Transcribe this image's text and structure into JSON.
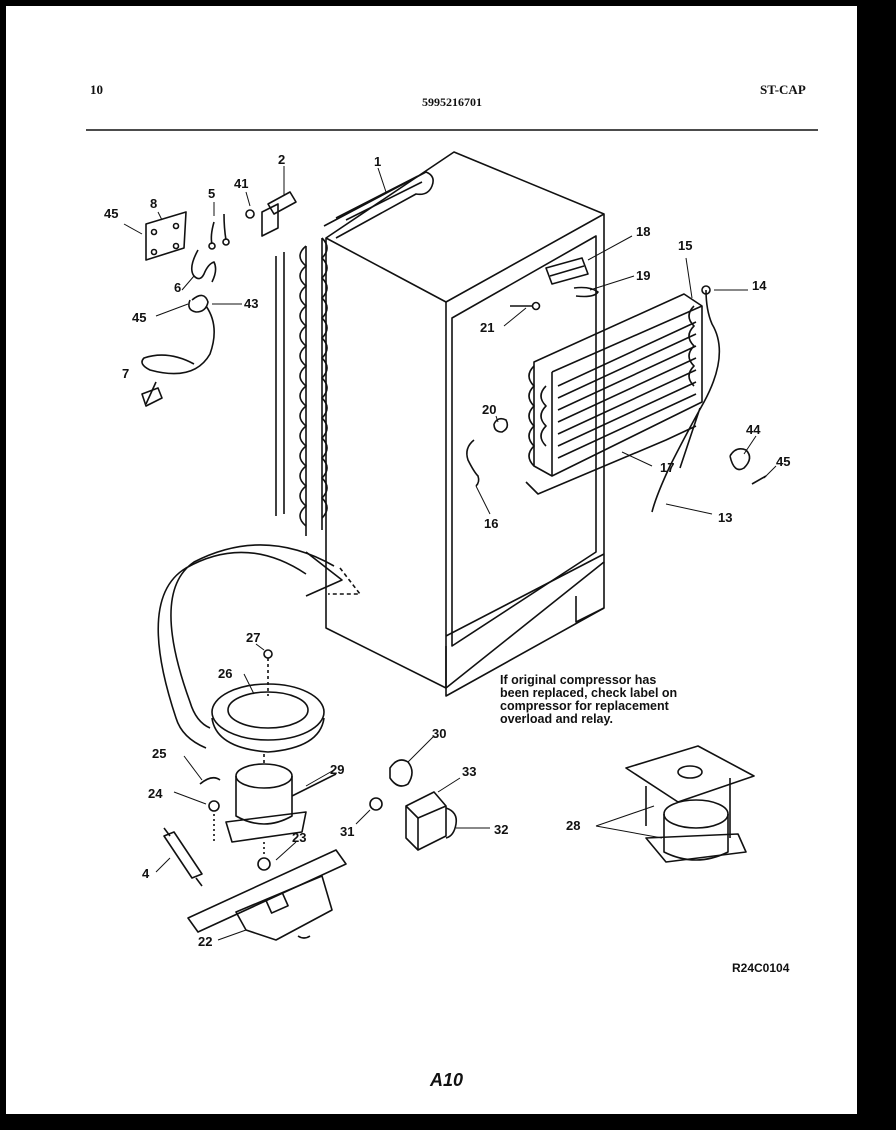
{
  "header": {
    "page_number": "10",
    "model_number": "5995216701",
    "section_code": "ST-CAP"
  },
  "callouts": [
    "1",
    "2",
    "4",
    "5",
    "6",
    "7",
    "8",
    "13",
    "14",
    "15",
    "16",
    "17",
    "18",
    "19",
    "20",
    "21",
    "22",
    "23",
    "24",
    "25",
    "26",
    "27",
    "28",
    "29",
    "30",
    "31",
    "32",
    "33",
    "41",
    "43",
    "44",
    "45"
  ],
  "note": {
    "lines": [
      "If original compressor has",
      "been replaced, check label on",
      "compressor for replacement",
      "overload and relay."
    ]
  },
  "figure_id": "R24C0104",
  "footer": {
    "page_label": "A10"
  }
}
